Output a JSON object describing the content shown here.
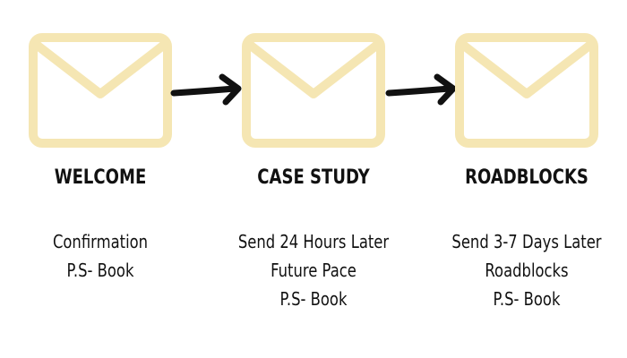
{
  "colors": {
    "envelope": "#F5E6B3",
    "arrow": "#111111",
    "text": "#111111",
    "background": "#FFFFFF"
  },
  "steps": [
    {
      "icon": "envelope-icon",
      "title": "WELCOME",
      "lines": [
        "Confirmation",
        "P.S- Book"
      ]
    },
    {
      "icon": "envelope-icon",
      "title": "CASE STUDY",
      "lines": [
        "Send 24 Hours Later",
        "Future Pace",
        "P.S- Book"
      ]
    },
    {
      "icon": "envelope-icon",
      "title": "ROADBLOCKS",
      "lines": [
        "Send 3-7 Days Later",
        "Roadblocks",
        "P.S- Book"
      ]
    }
  ],
  "connectors": [
    {
      "icon": "arrow-right-icon"
    },
    {
      "icon": "arrow-right-icon"
    }
  ]
}
